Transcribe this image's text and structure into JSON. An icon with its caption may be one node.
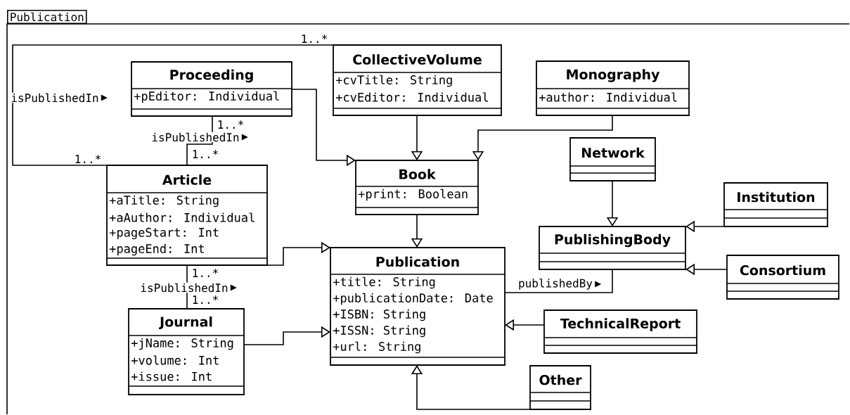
{
  "diagram": {
    "nodes": [
      {
        "text": [
          "Publication"
        ]
      },
      {
        "text": [
          "Proceeding",
          "+pEditor: Individual"
        ],
        "in": 0
      },
      {
        "text": [
          "CollectiveVolume",
          "+cvTitle: String",
          "+cvEditor: Individual"
        ],
        "in": 0
      },
      {
        "text": [
          "Monography",
          "+author: Individual"
        ],
        "in": 0
      },
      {
        "text": [
          "Article",
          "+aTitle: String",
          "+aAuthor: Individual",
          "+pageStart: Int",
          "+pageEnd: Int"
        ],
        "in": 0
      },
      {
        "text": [
          "Book",
          "+print: Boolean"
        ],
        "in": 0
      },
      {
        "text": [
          "Network"
        ],
        "in": 0
      },
      {
        "text": [
          "Institution"
        ],
        "in": 0
      },
      {
        "text": [
          "PublishingBody"
        ],
        "in": 0
      },
      {
        "text": [
          "Consortium"
        ],
        "in": 0
      },
      {
        "text": [
          "Publication",
          "+title: String",
          "+publicationDate: Date",
          "+ISBN: String",
          "+ISSN: String",
          "+url: String"
        ],
        "in": 0
      },
      {
        "text": [
          "Journal",
          "+jName: String",
          "+volume: Int",
          "+issue: Int"
        ],
        "in": 0
      },
      {
        "text": [
          "TechnicalReport"
        ],
        "in": 0
      },
      {
        "text": [
          "Other"
        ],
        "in": 0
      }
    ],
    "edges": [
      {
        "from": 4,
        "to": 2,
        "arrow": "none",
        "label": "isPublishedIn"
      },
      {
        "from": 1,
        "to": 4,
        "arrow": "none",
        "label": "isPublishedIn"
      },
      {
        "from": 4,
        "to": 11,
        "arrow": "none",
        "label": "isPublishedIn"
      },
      {
        "from": 10,
        "to": 8,
        "arrow": "none",
        "label": "publishedBy"
      },
      {
        "from": 1,
        "to": 5,
        "arrow": "to"
      },
      {
        "from": 2,
        "to": 5,
        "arrow": "to"
      },
      {
        "from": 3,
        "to": 5,
        "arrow": "to"
      },
      {
        "from": 5,
        "to": 10,
        "arrow": "to"
      },
      {
        "from": 4,
        "to": 10,
        "arrow": "to"
      },
      {
        "from": 11,
        "to": 10,
        "arrow": "to"
      },
      {
        "from": 6,
        "to": 8,
        "arrow": "to"
      },
      {
        "from": 7,
        "to": 8,
        "arrow": "to"
      },
      {
        "from": 9,
        "to": 8,
        "arrow": "to"
      },
      {
        "from": 12,
        "to": 10,
        "arrow": "to"
      },
      {
        "from": 13,
        "to": 10,
        "arrow": "to"
      }
    ],
    "labels": [
      "1..*",
      "1..*",
      "1..*",
      "1..*",
      "1..*",
      "1..*"
    ]
  }
}
